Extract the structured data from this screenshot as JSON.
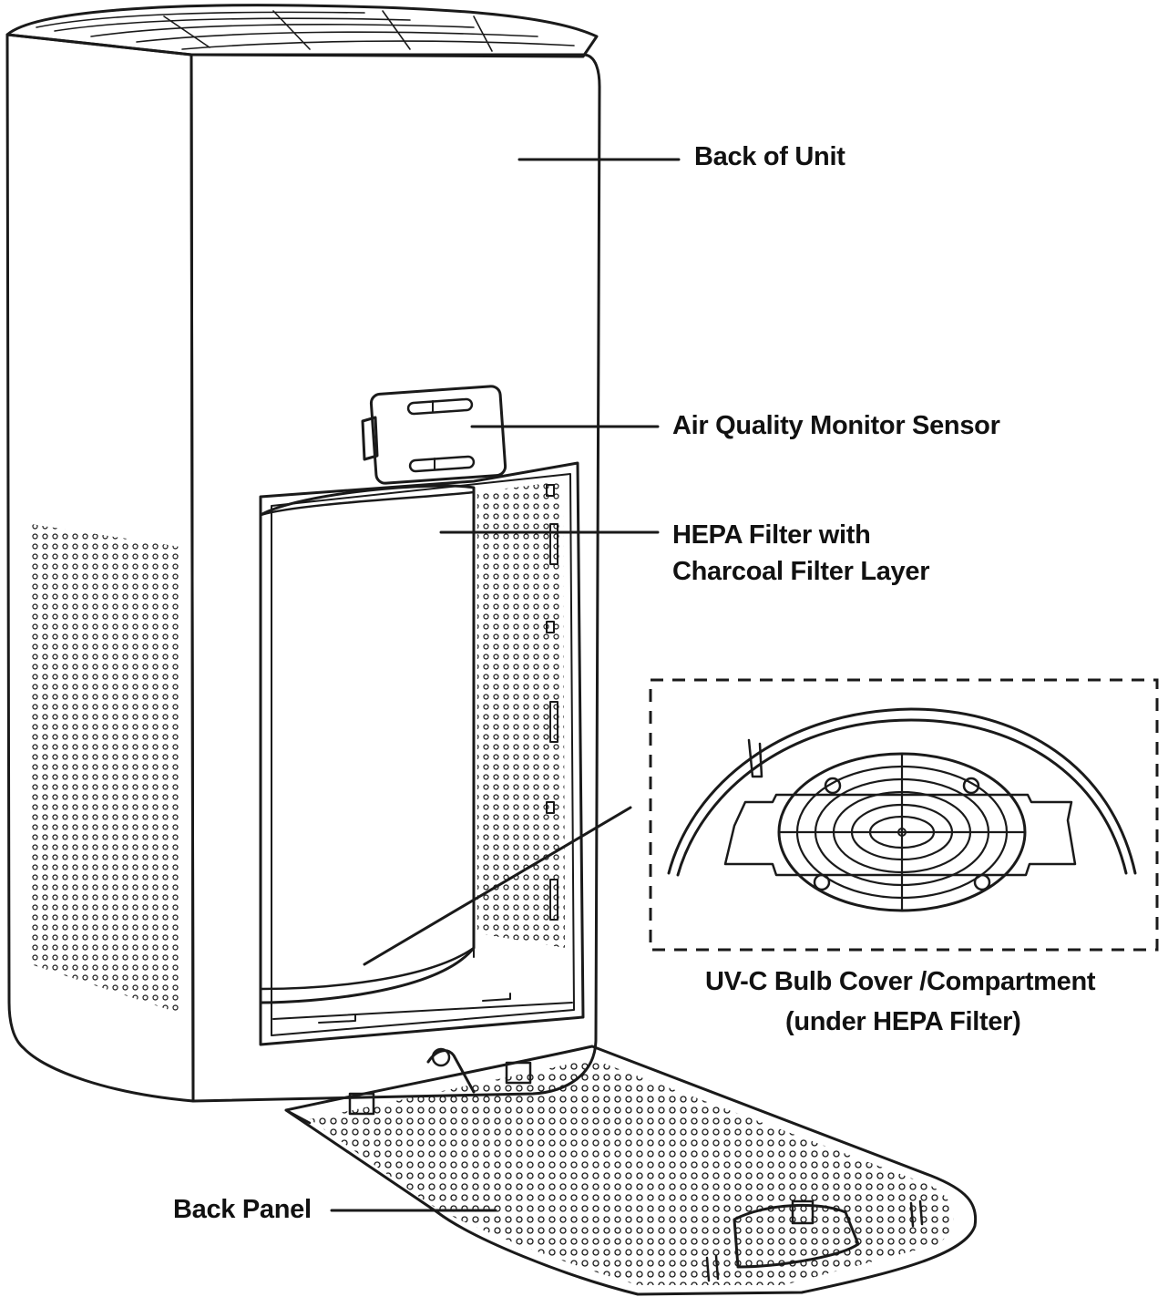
{
  "labels": {
    "back_of_unit": "Back of Unit",
    "air_quality_sensor": "Air Quality Monitor Sensor",
    "hepa_line1": "HEPA Filter with",
    "hepa_line2": "Charcoal Filter Layer",
    "uvc_line1": "UV-C Bulb Cover /Compartment",
    "uvc_line2": "(under HEPA Filter)",
    "back_panel": "Back Panel"
  },
  "colors": {
    "ink": "#1a1a1a",
    "background": "#ffffff"
  }
}
